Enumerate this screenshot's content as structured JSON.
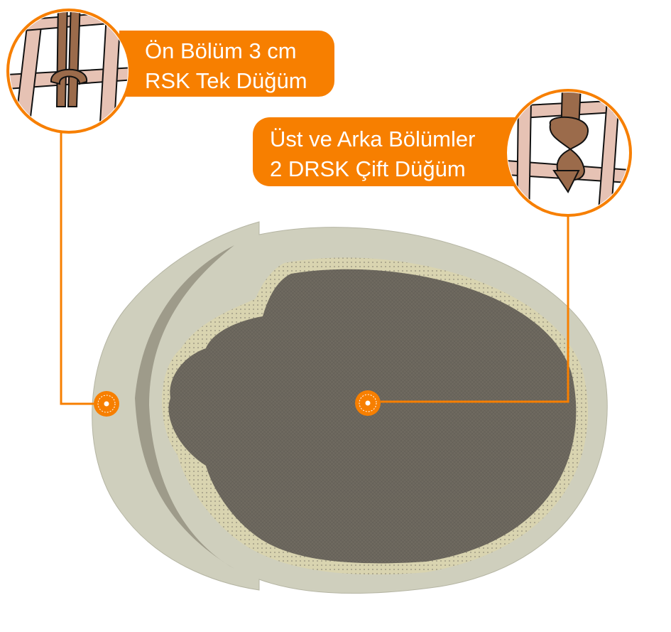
{
  "callouts": [
    {
      "line1": "Ön Bölüm 3 cm",
      "line2": "RSK Tek Düğüm"
    },
    {
      "line1": "Üst ve Arka Bölümler",
      "line2": "2 DRSK Çift Düğüm"
    }
  ],
  "colors": {
    "accent": "#f77f00",
    "knot": "#9b6b4b",
    "mesh": "#e6c2b4",
    "base_outer": "#c9c9b6",
    "base_inner": "#6f6a60"
  }
}
